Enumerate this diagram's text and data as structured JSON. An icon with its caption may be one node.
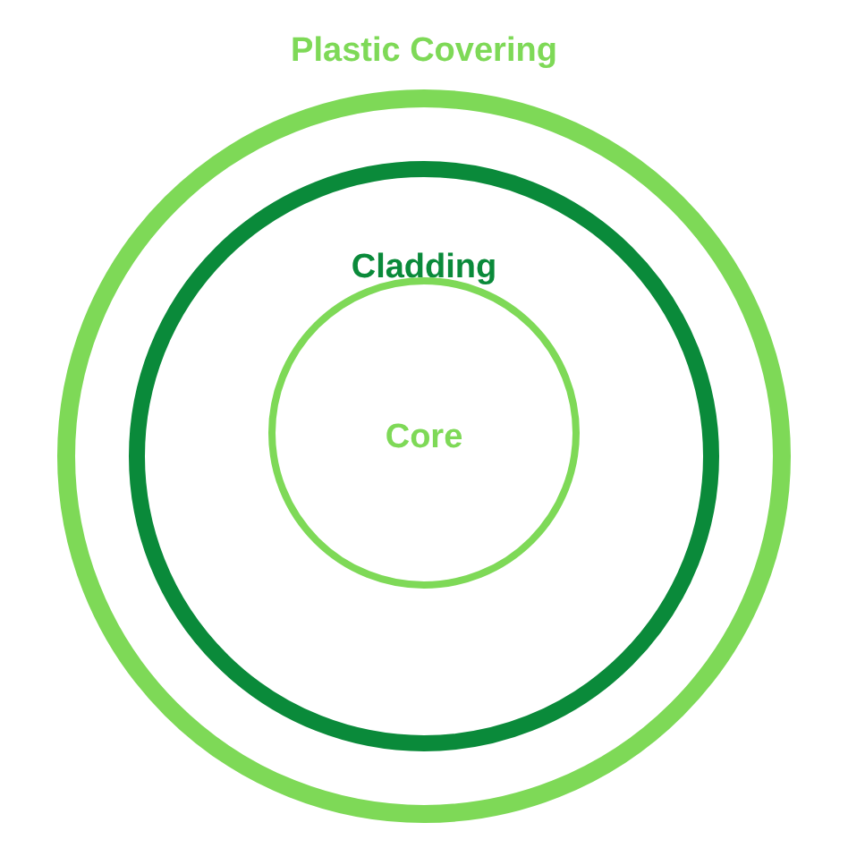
{
  "diagram": {
    "nodes": [
      {
        "text": [
          "Plastic Covering"
        ]
      },
      {
        "text": [
          "Cladding"
        ],
        "in": 0
      },
      {
        "text": [
          "Core"
        ],
        "in": 1
      }
    ]
  }
}
